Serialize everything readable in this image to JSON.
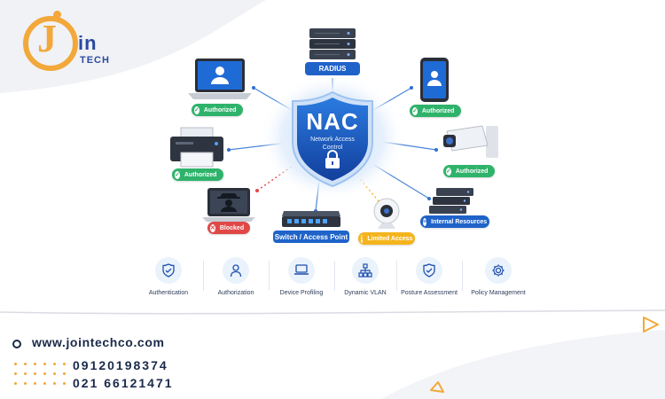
{
  "logo": {
    "letter": "J",
    "in": "in",
    "tech": "TECH"
  },
  "nac": {
    "title": "NAC",
    "subtitle_line1": "Network Access",
    "subtitle_line2": "Control"
  },
  "radius": {
    "label": "RADIUS"
  },
  "switch": {
    "label": "Switch / Access Point"
  },
  "devices": {
    "laptop": {
      "status": "Authorized"
    },
    "phone": {
      "status": "Authorized"
    },
    "printer": {
      "status": "Authorized"
    },
    "camera": {
      "status": "Authorized"
    },
    "hacker": {
      "status": "Blocked"
    },
    "webcam": {
      "status": "Limited Access"
    },
    "servers": {
      "status": "Internal Resources"
    }
  },
  "features": [
    {
      "label": "Authentication",
      "icon": "shield-check-icon"
    },
    {
      "label": "Authorization",
      "icon": "user-icon"
    },
    {
      "label": "Device Profiling",
      "icon": "laptop-icon"
    },
    {
      "label": "Dynamic VLAN",
      "icon": "network-icon"
    },
    {
      "label": "Posture Assessment",
      "icon": "shield-check-icon"
    },
    {
      "label": "Policy Management",
      "icon": "gear-icon"
    }
  ],
  "contact": {
    "website": "www.jointechco.com",
    "phone1": "09120198374",
    "phone2": "021 66121471"
  },
  "colors": {
    "primary_blue": "#1f63c9",
    "green": "#2fb36b",
    "red": "#e04848",
    "yellow": "#f4b41e",
    "logo_orange": "#f2a83a",
    "logo_blue": "#2b4aa0"
  }
}
